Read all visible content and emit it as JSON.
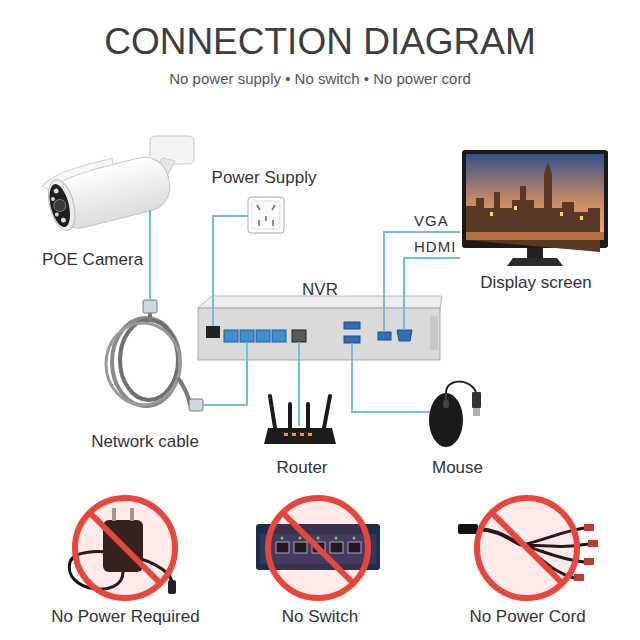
{
  "diagram": {
    "title": "CONNECTION DIAGRAM",
    "nodes": [
      {
        "text": [
          "POE Camera"
        ]
      },
      {
        "text": [
          "Power Supply"
        ]
      },
      {
        "text": [
          "Display screen"
        ]
      },
      {
        "text": [
          "NVR"
        ]
      },
      {
        "text": [
          "Network cable"
        ]
      },
      {
        "text": [
          "Router"
        ]
      },
      {
        "text": [
          "Mouse"
        ]
      },
      {
        "text": [
          "No Power Required"
        ]
      },
      {
        "text": [
          "No Switch"
        ]
      },
      {
        "text": [
          "No Power Cord"
        ]
      }
    ],
    "edges": [
      {
        "from": 0,
        "to": 4,
        "arrow": "none"
      },
      {
        "from": 4,
        "to": 3,
        "arrow": "none"
      },
      {
        "from": 1,
        "to": 3,
        "arrow": "none"
      },
      {
        "from": 3,
        "to": 2,
        "label": "VGA",
        "arrow": "none"
      },
      {
        "from": 3,
        "to": 2,
        "label": "HDMI",
        "arrow": "none"
      },
      {
        "from": 3,
        "to": 5,
        "arrow": "none"
      },
      {
        "from": 3,
        "to": 6,
        "arrow": "none"
      }
    ],
    "labels": [
      "No power supply • No switch • No power cord"
    ]
  }
}
